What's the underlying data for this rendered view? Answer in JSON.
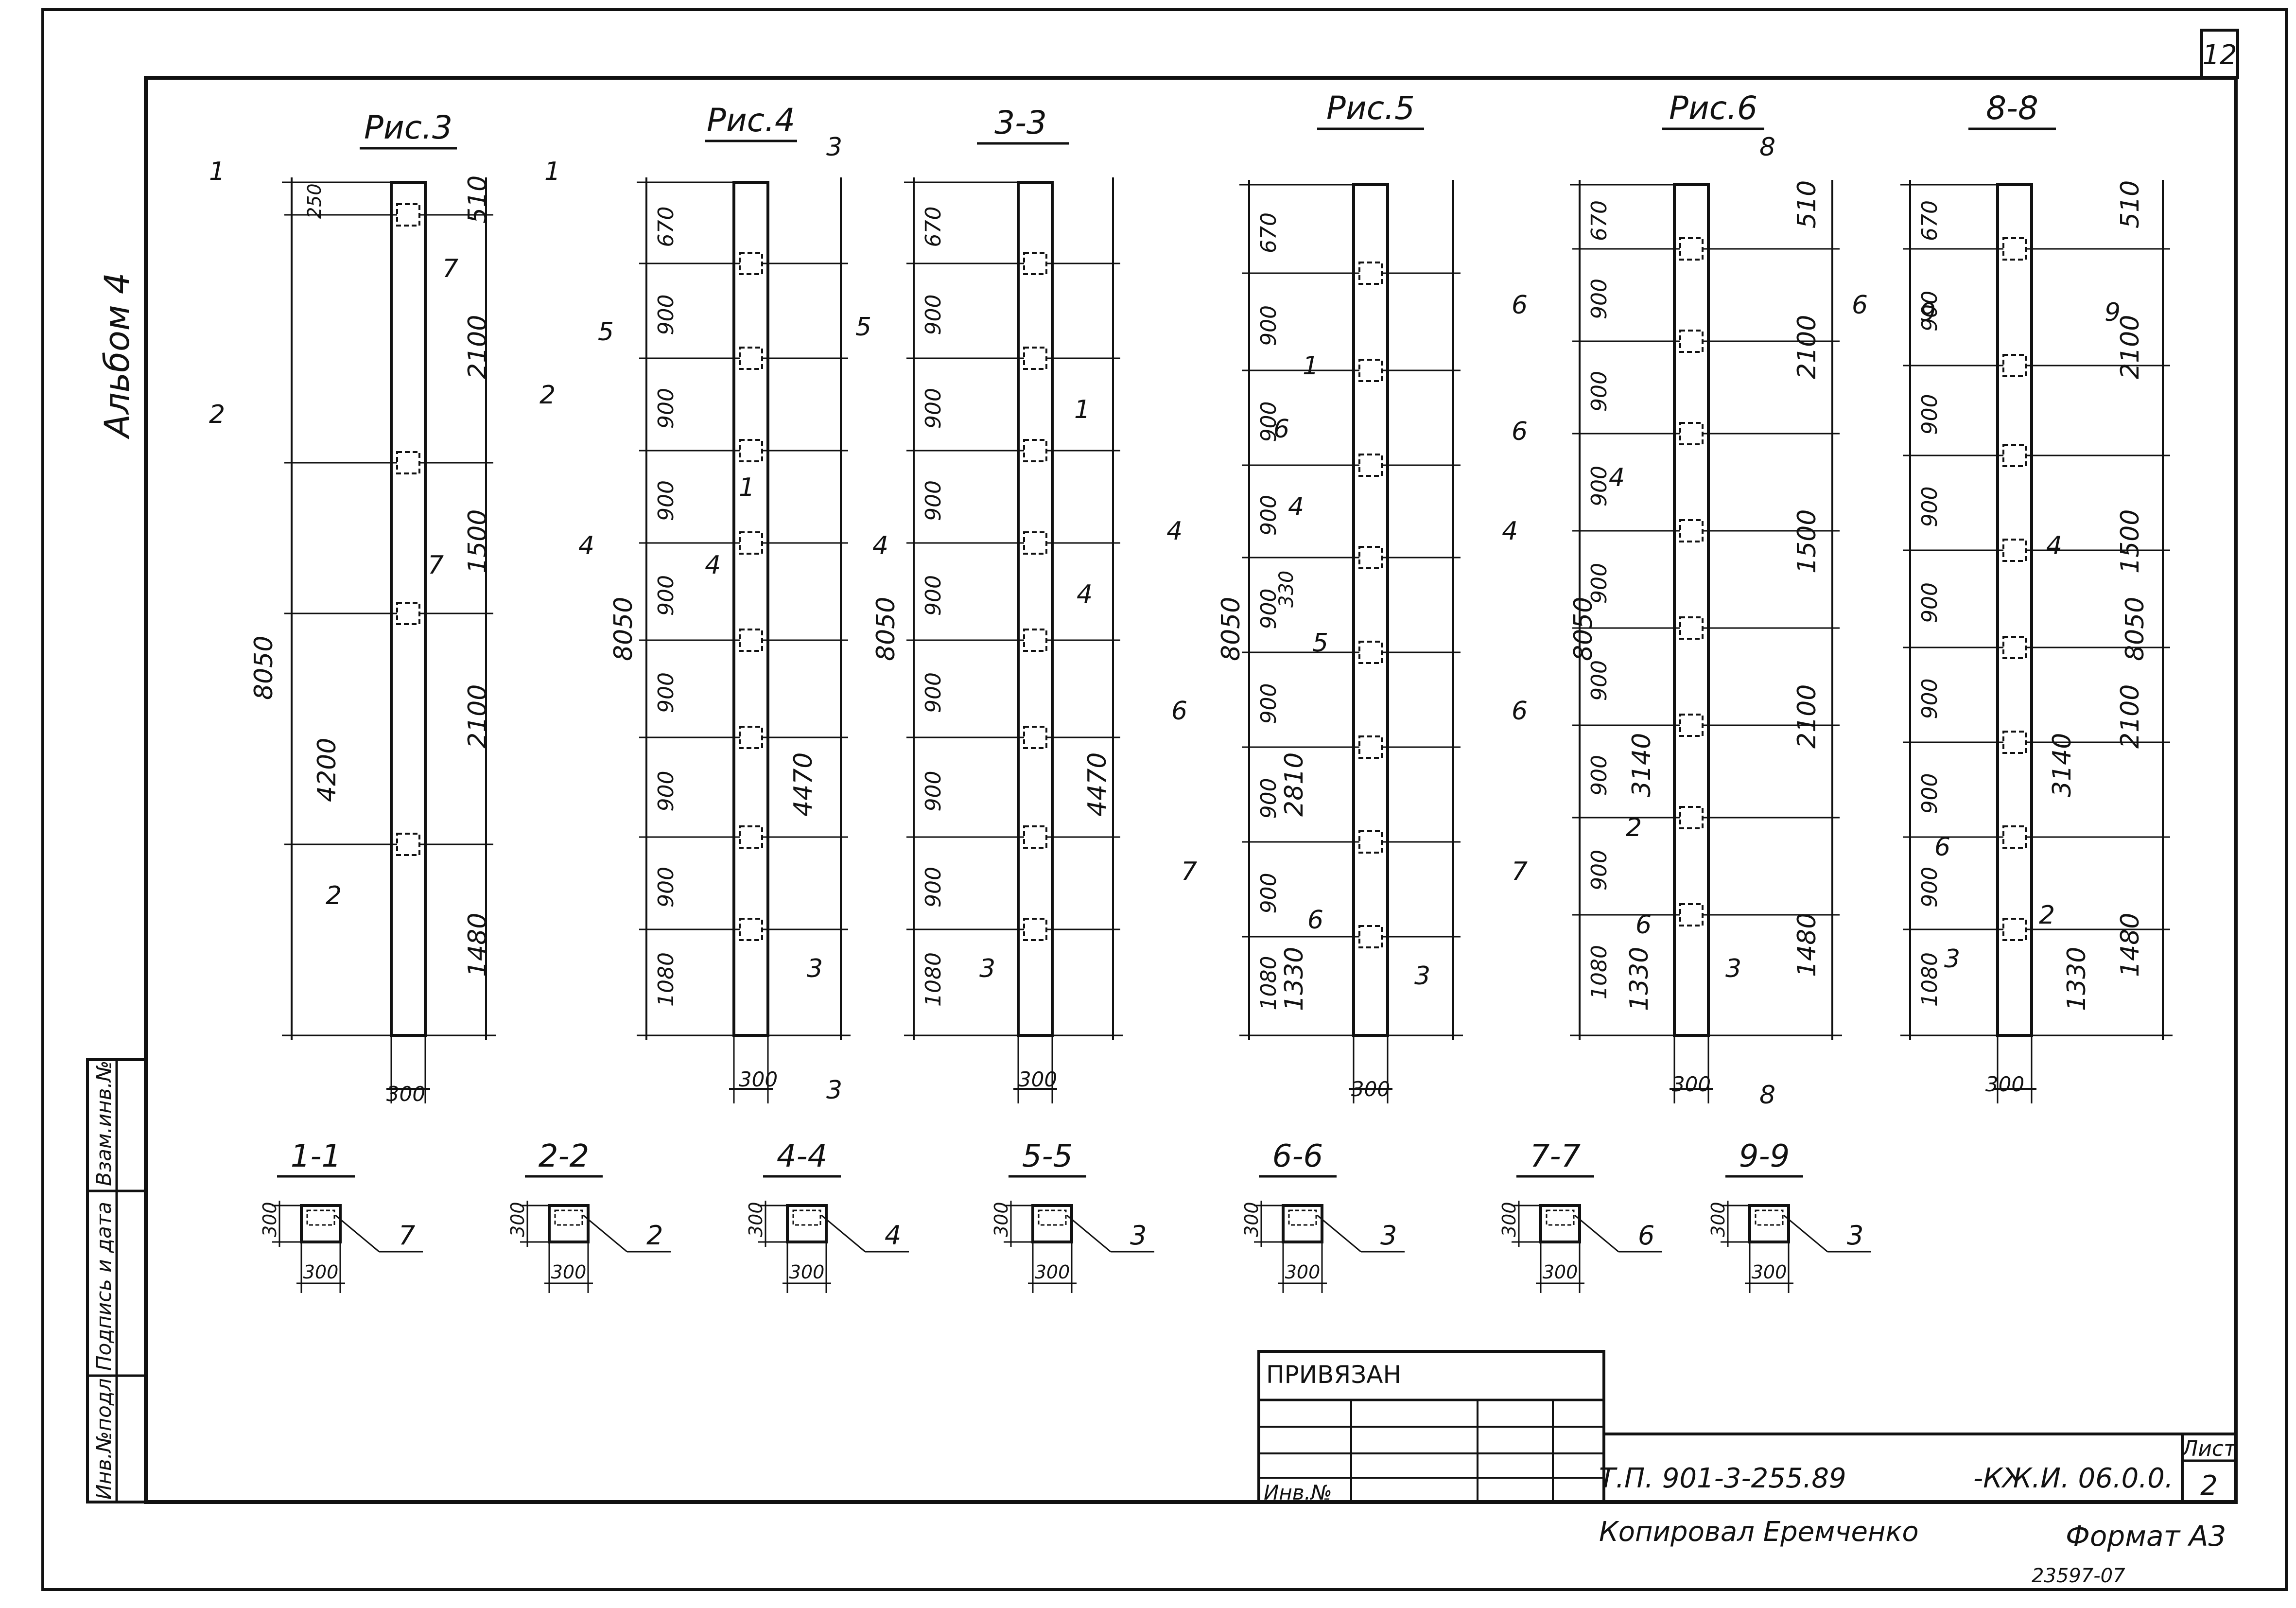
{
  "sheet": {
    "page_number": "12",
    "album_label": "Альбом 4",
    "stamp_code": "23597-07"
  },
  "figures": {
    "fig3": "Рис.3",
    "fig4": "Рис.4",
    "sec33": "3-3",
    "fig5": "Рис.5",
    "fig6": "Рис.6",
    "sec88": "8-8"
  },
  "dims": {
    "d670": "670",
    "d900": "900",
    "d1080": "1080",
    "d8050": "8050",
    "d4470": "4470",
    "d300": "300",
    "d250": "250",
    "d510": "510",
    "d2100": "2100",
    "d1500": "1500",
    "d1480": "1480",
    "d4200": "4200",
    "d330": "330",
    "d2810": "2810",
    "d1330": "1330",
    "d3140": "3140"
  },
  "marks": {
    "m1": "1",
    "m2": "2",
    "m3": "3",
    "m4": "4",
    "m5": "5",
    "m6": "6",
    "m7": "7",
    "m8": "8",
    "m9": "9"
  },
  "sections": [
    {
      "label": "1-1",
      "pos": "7"
    },
    {
      "label": "2-2",
      "pos": "2"
    },
    {
      "label": "4-4",
      "pos": "4"
    },
    {
      "label": "5-5",
      "pos": "3"
    },
    {
      "label": "6-6",
      "pos": "3"
    },
    {
      "label": "7-7",
      "pos": "6"
    },
    {
      "label": "9-9",
      "pos": "3"
    }
  ],
  "title_block": {
    "bound_label": "ПРИВЯЗАН",
    "inv_label": "Инв.№",
    "doc_code": "Т.П. 901-3-255.89",
    "doc_mark": "-КЖ.И. 06.0.0.",
    "sheet_label": "Лист",
    "sheet_number": "2",
    "copied_by": "Копировал Еремченко",
    "format_label": "Формат А3"
  },
  "side_stamp": {
    "inv_orig": "Инв.№подл.",
    "sign_date": "Подпись и дата",
    "vzam_inv": "Взам.инв.№"
  }
}
